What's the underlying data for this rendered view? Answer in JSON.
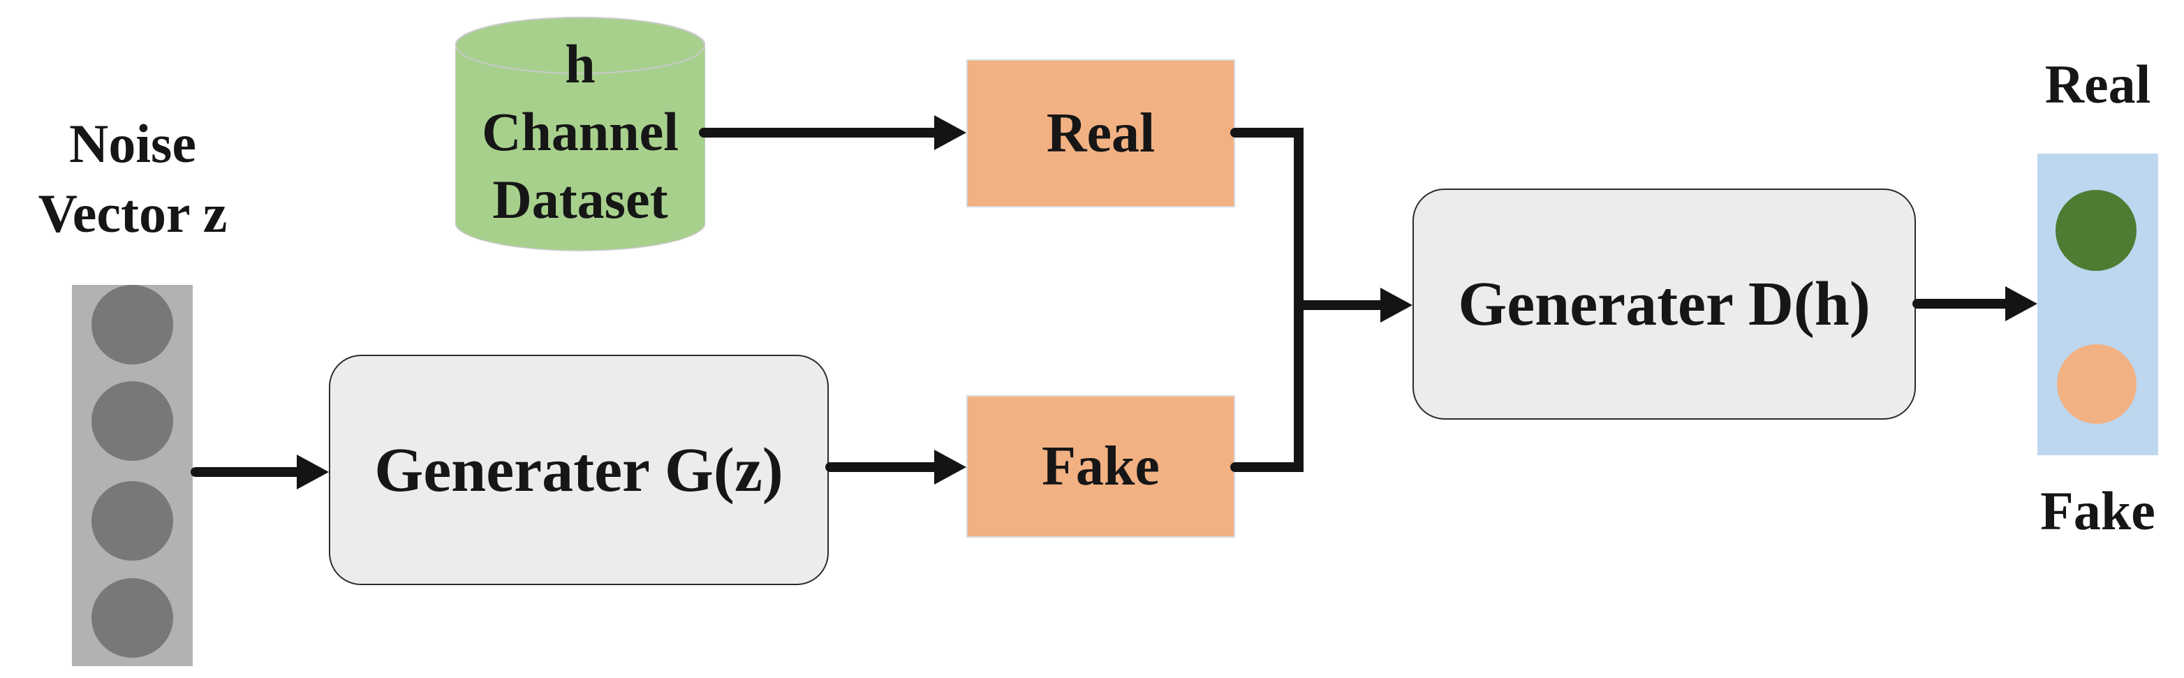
{
  "figure": {
    "noise_input": {
      "label_line1": "Noise",
      "label_line2": "Vector z"
    },
    "dataset": {
      "label_line1": "h",
      "label_line2": "Channel",
      "label_line3": "Dataset"
    },
    "real_sample_box": {
      "label": "Real"
    },
    "fake_sample_box": {
      "label": "Fake"
    },
    "generator_box": {
      "label": "Generater G(z)"
    },
    "discriminator_box": {
      "label": "Generater D(h)"
    },
    "output_panel": {
      "real_label": "Real",
      "fake_label": "Fake"
    },
    "colors": {
      "dataset_green": "#a7d08d",
      "sample_orange": "#f2b183",
      "output_panel_blue": "#bdd7ee",
      "real_output_dot_green": "#4e7c33",
      "fake_output_dot_orange": "#f2b183",
      "process_box_gray": "#ececeb",
      "noise_bar_gray": "#b2b2b2",
      "noise_dot_gray": "#787878",
      "connector_black": "#141414"
    }
  }
}
